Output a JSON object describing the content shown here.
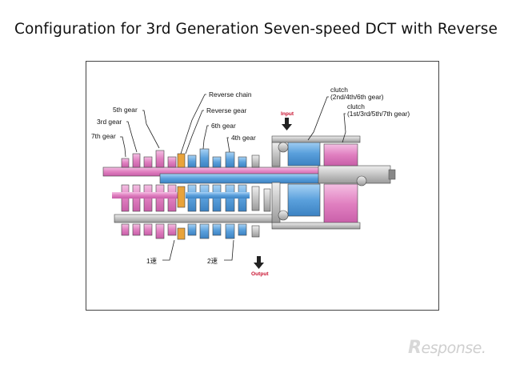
{
  "title": "Configuration for 3rd Generation Seven-speed DCT with Reverse",
  "labels": {
    "fifth_gear": "5th gear",
    "third_gear": "3rd gear",
    "seventh_gear": "7th gear",
    "reverse_chain": "Reverse chain",
    "reverse_gear": "Reverse gear",
    "sixth_gear": "6th gear",
    "fourth_gear": "4th gear",
    "clutch_even_title": "clutch",
    "clutch_even_gears": "(2nd/4th/6th gear)",
    "clutch_odd_title": "clutch",
    "clutch_odd_gears": "(1st/3rd/5th/7th gear)",
    "first_gear_jp": "1速",
    "second_gear_jp": "2速",
    "input": "Input",
    "output": "Output"
  },
  "colors": {
    "odd_shaft": "#e07fc0",
    "even_shaft": "#5aa0dc",
    "reverse": "#e9a33a",
    "housing": "#c8c8c8",
    "accent": "#c8102e"
  },
  "watermark": {
    "mark": "R",
    "text": "esponse."
  }
}
